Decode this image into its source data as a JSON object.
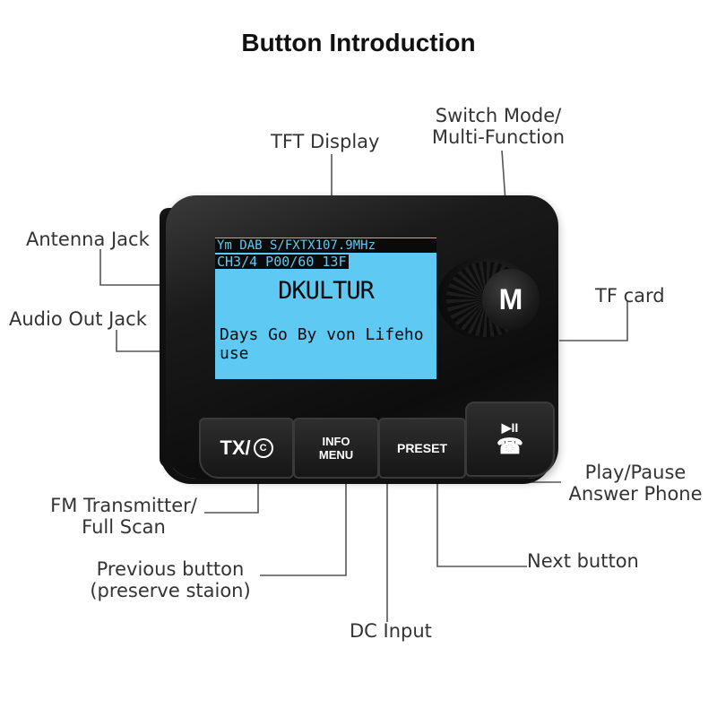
{
  "title": "Button Introduction",
  "labels": {
    "switch_mode_1": "Switch Mode/",
    "switch_mode_2": "Multi-Function",
    "tft_display": "TFT Display",
    "antenna_jack": "Antenna Jack",
    "audio_out_jack": "Audio Out Jack",
    "tf_card": "TF card",
    "play_pause_1": "Play/Pause",
    "play_pause_2": "Answer Phone",
    "fm_transmitter_1": "FM Transmitter/",
    "fm_transmitter_2": "Full Scan",
    "previous_button_1": "Previous button",
    "previous_button_2": "(preserve staion)",
    "next_button": "Next button",
    "dc_input": "DC Input"
  },
  "screen": {
    "status_line": "Ym DAB S/FXTX107.9MHz",
    "info_line": "CH3/4    P00/60  13F",
    "station": "DKULTUR",
    "song": "Days Go By von Lifeho use"
  },
  "buttons": {
    "knob": "M",
    "tx": "TX/",
    "tx_symbol": "C",
    "info_1": "INFO",
    "info_2": "MENU",
    "preset": "PRESET",
    "play_symbol": "▶II",
    "phone_symbol": "☎"
  },
  "colors": {
    "screen_background": "#5ec9f3",
    "device_body": "#111111"
  }
}
